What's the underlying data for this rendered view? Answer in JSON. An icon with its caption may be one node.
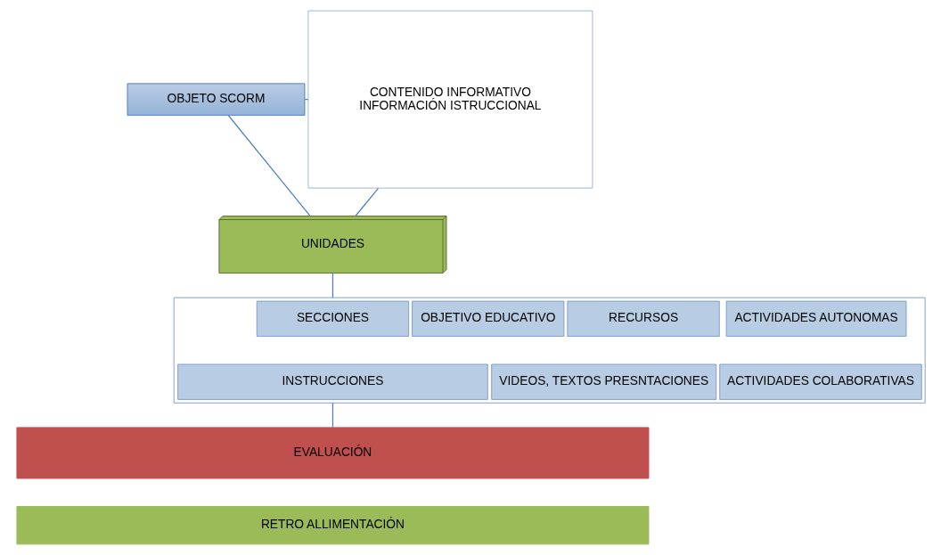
{
  "diagram": {
    "nodes": [
      {
        "text": [
          "OBJETO SCORM"
        ]
      },
      {
        "text": [
          "CONTENIDO INFORMATIVO",
          "INFORMACIÓN ISTRUCCIONAL"
        ]
      },
      {
        "text": [
          "UNIDADES"
        ]
      },
      {
        "text": [],
        "shape": "box"
      },
      {
        "text": [
          "SECCIONES"
        ],
        "in": 3
      },
      {
        "text": [
          "OBJETIVO EDUCATIVO"
        ],
        "in": 3
      },
      {
        "text": [
          "RECURSOS"
        ],
        "in": 3
      },
      {
        "text": [
          "ACTIVIDADES AUTONOMAS"
        ],
        "in": 3
      },
      {
        "text": [
          "INSTRUCCIONES"
        ],
        "in": 3
      },
      {
        "text": [
          "VIDEOS, TEXTOS PRESNTACIONES"
        ],
        "in": 3
      },
      {
        "text": [
          "ACTIVIDADES COLABORATIVAS"
        ],
        "in": 3
      },
      {
        "text": [
          "EVALUACIÓN"
        ]
      },
      {
        "text": [
          "RETRO ALLIMENTACIÓN"
        ]
      }
    ],
    "edges": [
      {
        "from": 0,
        "to": 1,
        "arrow": "none"
      },
      {
        "from": 0,
        "to": 2,
        "arrow": "none"
      },
      {
        "from": 2,
        "to": 1,
        "arrow": "none"
      },
      {
        "from": 2,
        "to": 3,
        "arrow": "none"
      },
      {
        "from": 3,
        "to": 11,
        "arrow": "none"
      }
    ]
  }
}
